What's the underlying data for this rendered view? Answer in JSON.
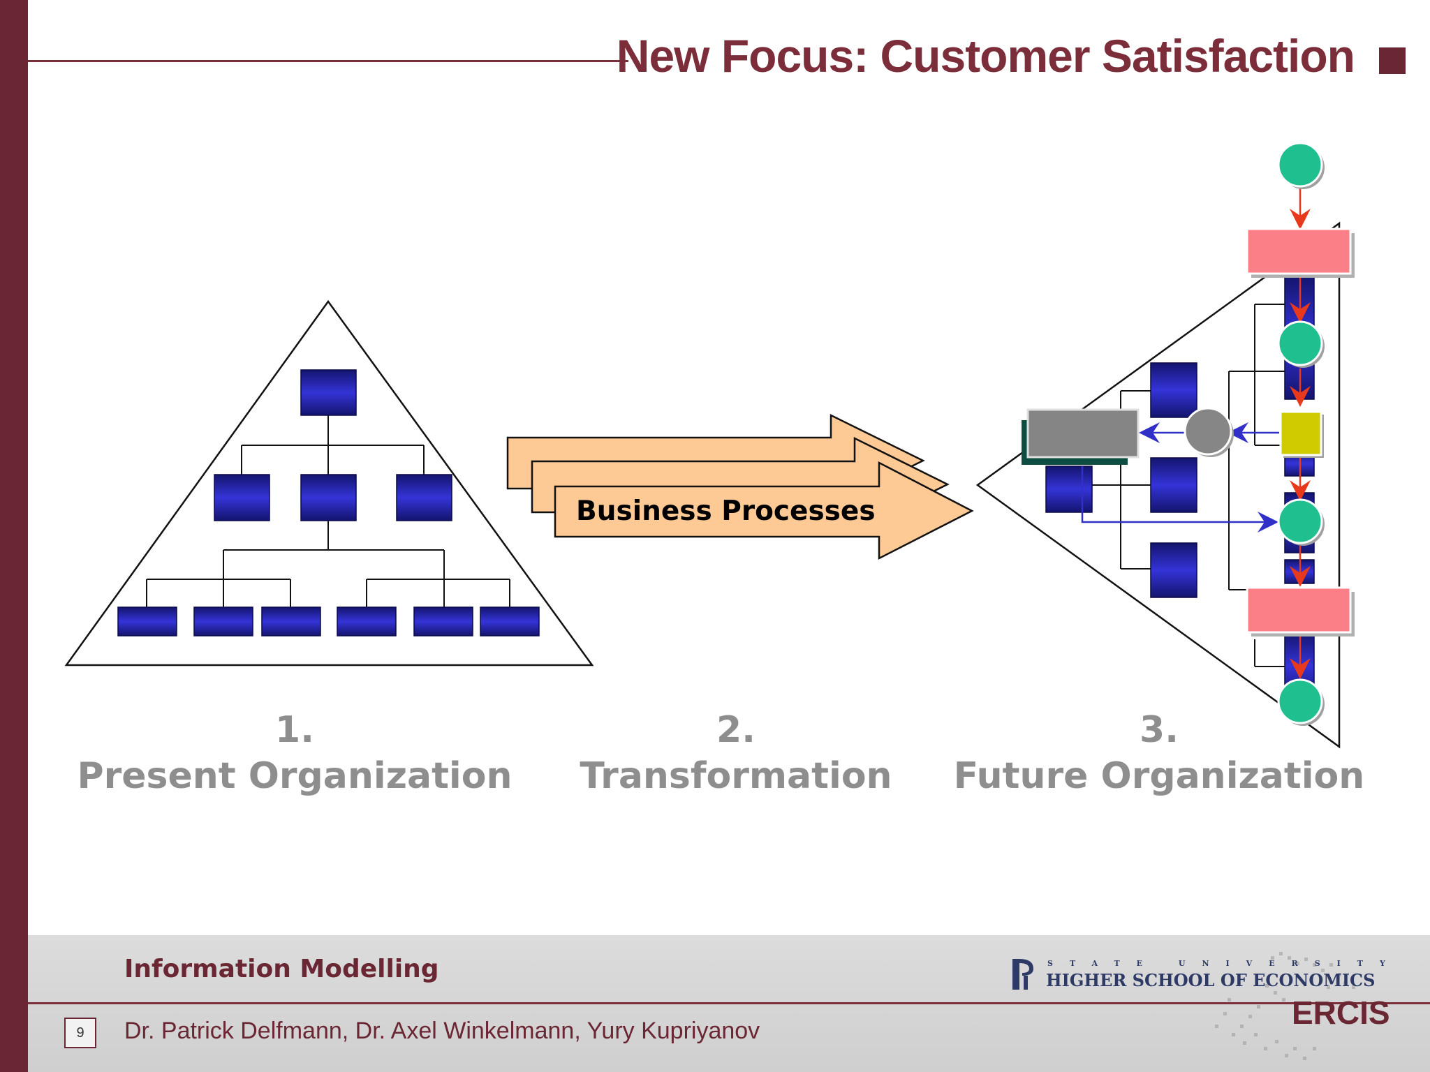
{
  "slide": {
    "title": "New Focus: Customer Satisfaction"
  },
  "transformation_arrow": {
    "label": "Business Processes"
  },
  "stages": [
    {
      "number": "1.",
      "name": "Present Organization"
    },
    {
      "number": "2.",
      "name": "Transformation"
    },
    {
      "number": "3.",
      "name": "Future Organization"
    }
  ],
  "footer": {
    "course": "Information Modelling",
    "page": "9",
    "authors": "Dr. Patrick Delfmann, Dr. Axel Winkelmann, Yury Kupriyanov",
    "university_line": "STATE UNIVERSITY",
    "school": "HIGHER SCHOOL OF ECONOMICS",
    "institute": "ERCIS"
  },
  "colors": {
    "brand": "#6a2733",
    "org_box": "#2424b4",
    "arrow_fill": "#fdc995",
    "event": "#1fbf8f",
    "function": "#fb7f86",
    "connector": "#d0cb00",
    "gray_node": "#888888"
  },
  "icons": [
    "slide-square-icon",
    "hse-logo-icon",
    "europe-map-icon"
  ]
}
